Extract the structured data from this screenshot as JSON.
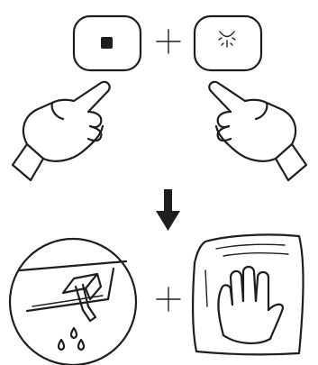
{
  "steps": [
    {
      "id": "press-buttons",
      "parts": [
        "stop-button",
        "plus",
        "flush-button"
      ]
    },
    {
      "id": "arrow",
      "direction": "down"
    },
    {
      "id": "drain-and-wipe",
      "parts": [
        "drain-valve",
        "plus",
        "wipe-cloth"
      ]
    }
  ],
  "icons": {
    "stop_button": "square-stop-icon",
    "flush_button": "nozzle-spray-icon",
    "left_hand": "pointing-hand-icon",
    "right_hand": "pointing-hand-icon",
    "arrow": "arrow-down-icon",
    "drain": "drain-valve-icon",
    "cloth": "hand-wiping-cloth-icon"
  },
  "colors": {
    "ink": "#1e1e1e",
    "background": "#ffffff"
  }
}
